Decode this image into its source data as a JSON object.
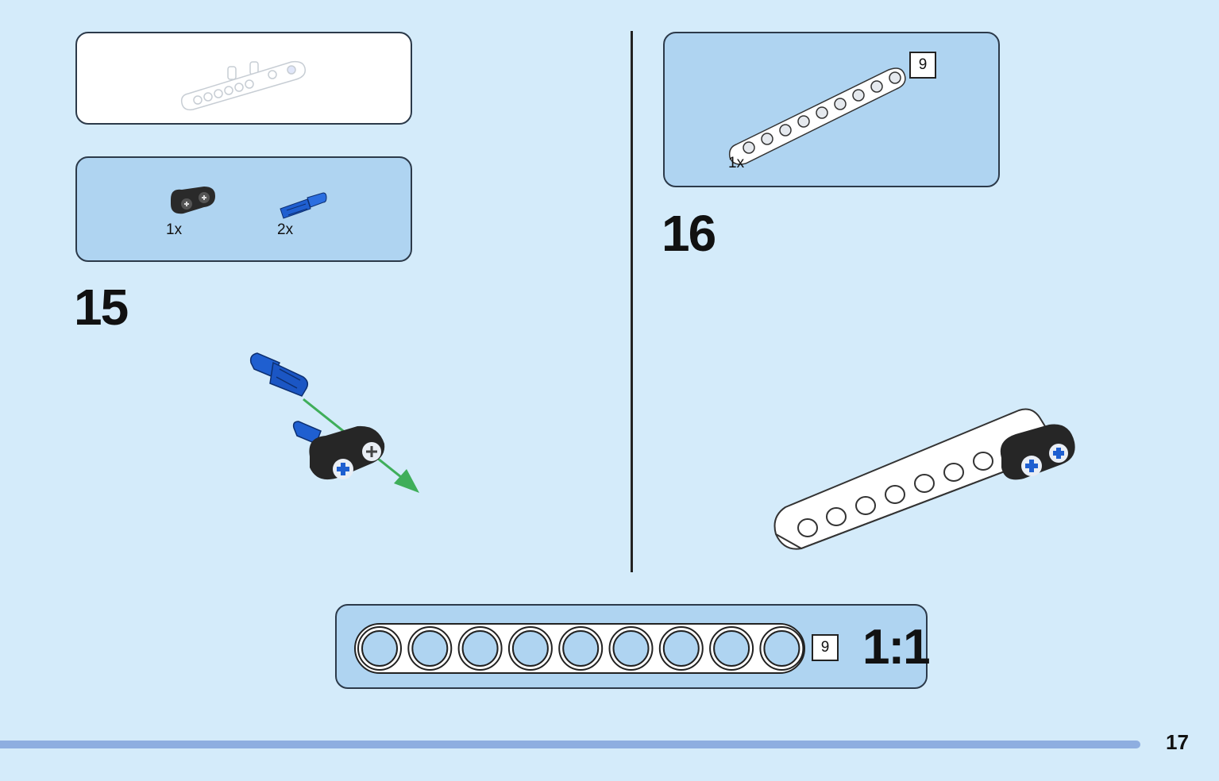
{
  "step15": {
    "number": "15",
    "parts": [
      {
        "icon": "black-connector-icon",
        "qty": "1x"
      },
      {
        "icon": "blue-axle-pin-icon",
        "qty": "2x"
      }
    ]
  },
  "step16": {
    "number": "16",
    "parts": [
      {
        "icon": "white-beam-9-icon",
        "qty": "1x",
        "length": "9"
      }
    ]
  },
  "scale_reference": {
    "length": "9",
    "label": "1:1",
    "holes": 9
  },
  "page_number": "17",
  "colors": {
    "background": "#d4ebfa",
    "panel_blue": "#afd4f1",
    "accent_blue": "#1f5fd0",
    "arrow_green": "#3fae5a",
    "page_bar": "#8eaee0"
  }
}
